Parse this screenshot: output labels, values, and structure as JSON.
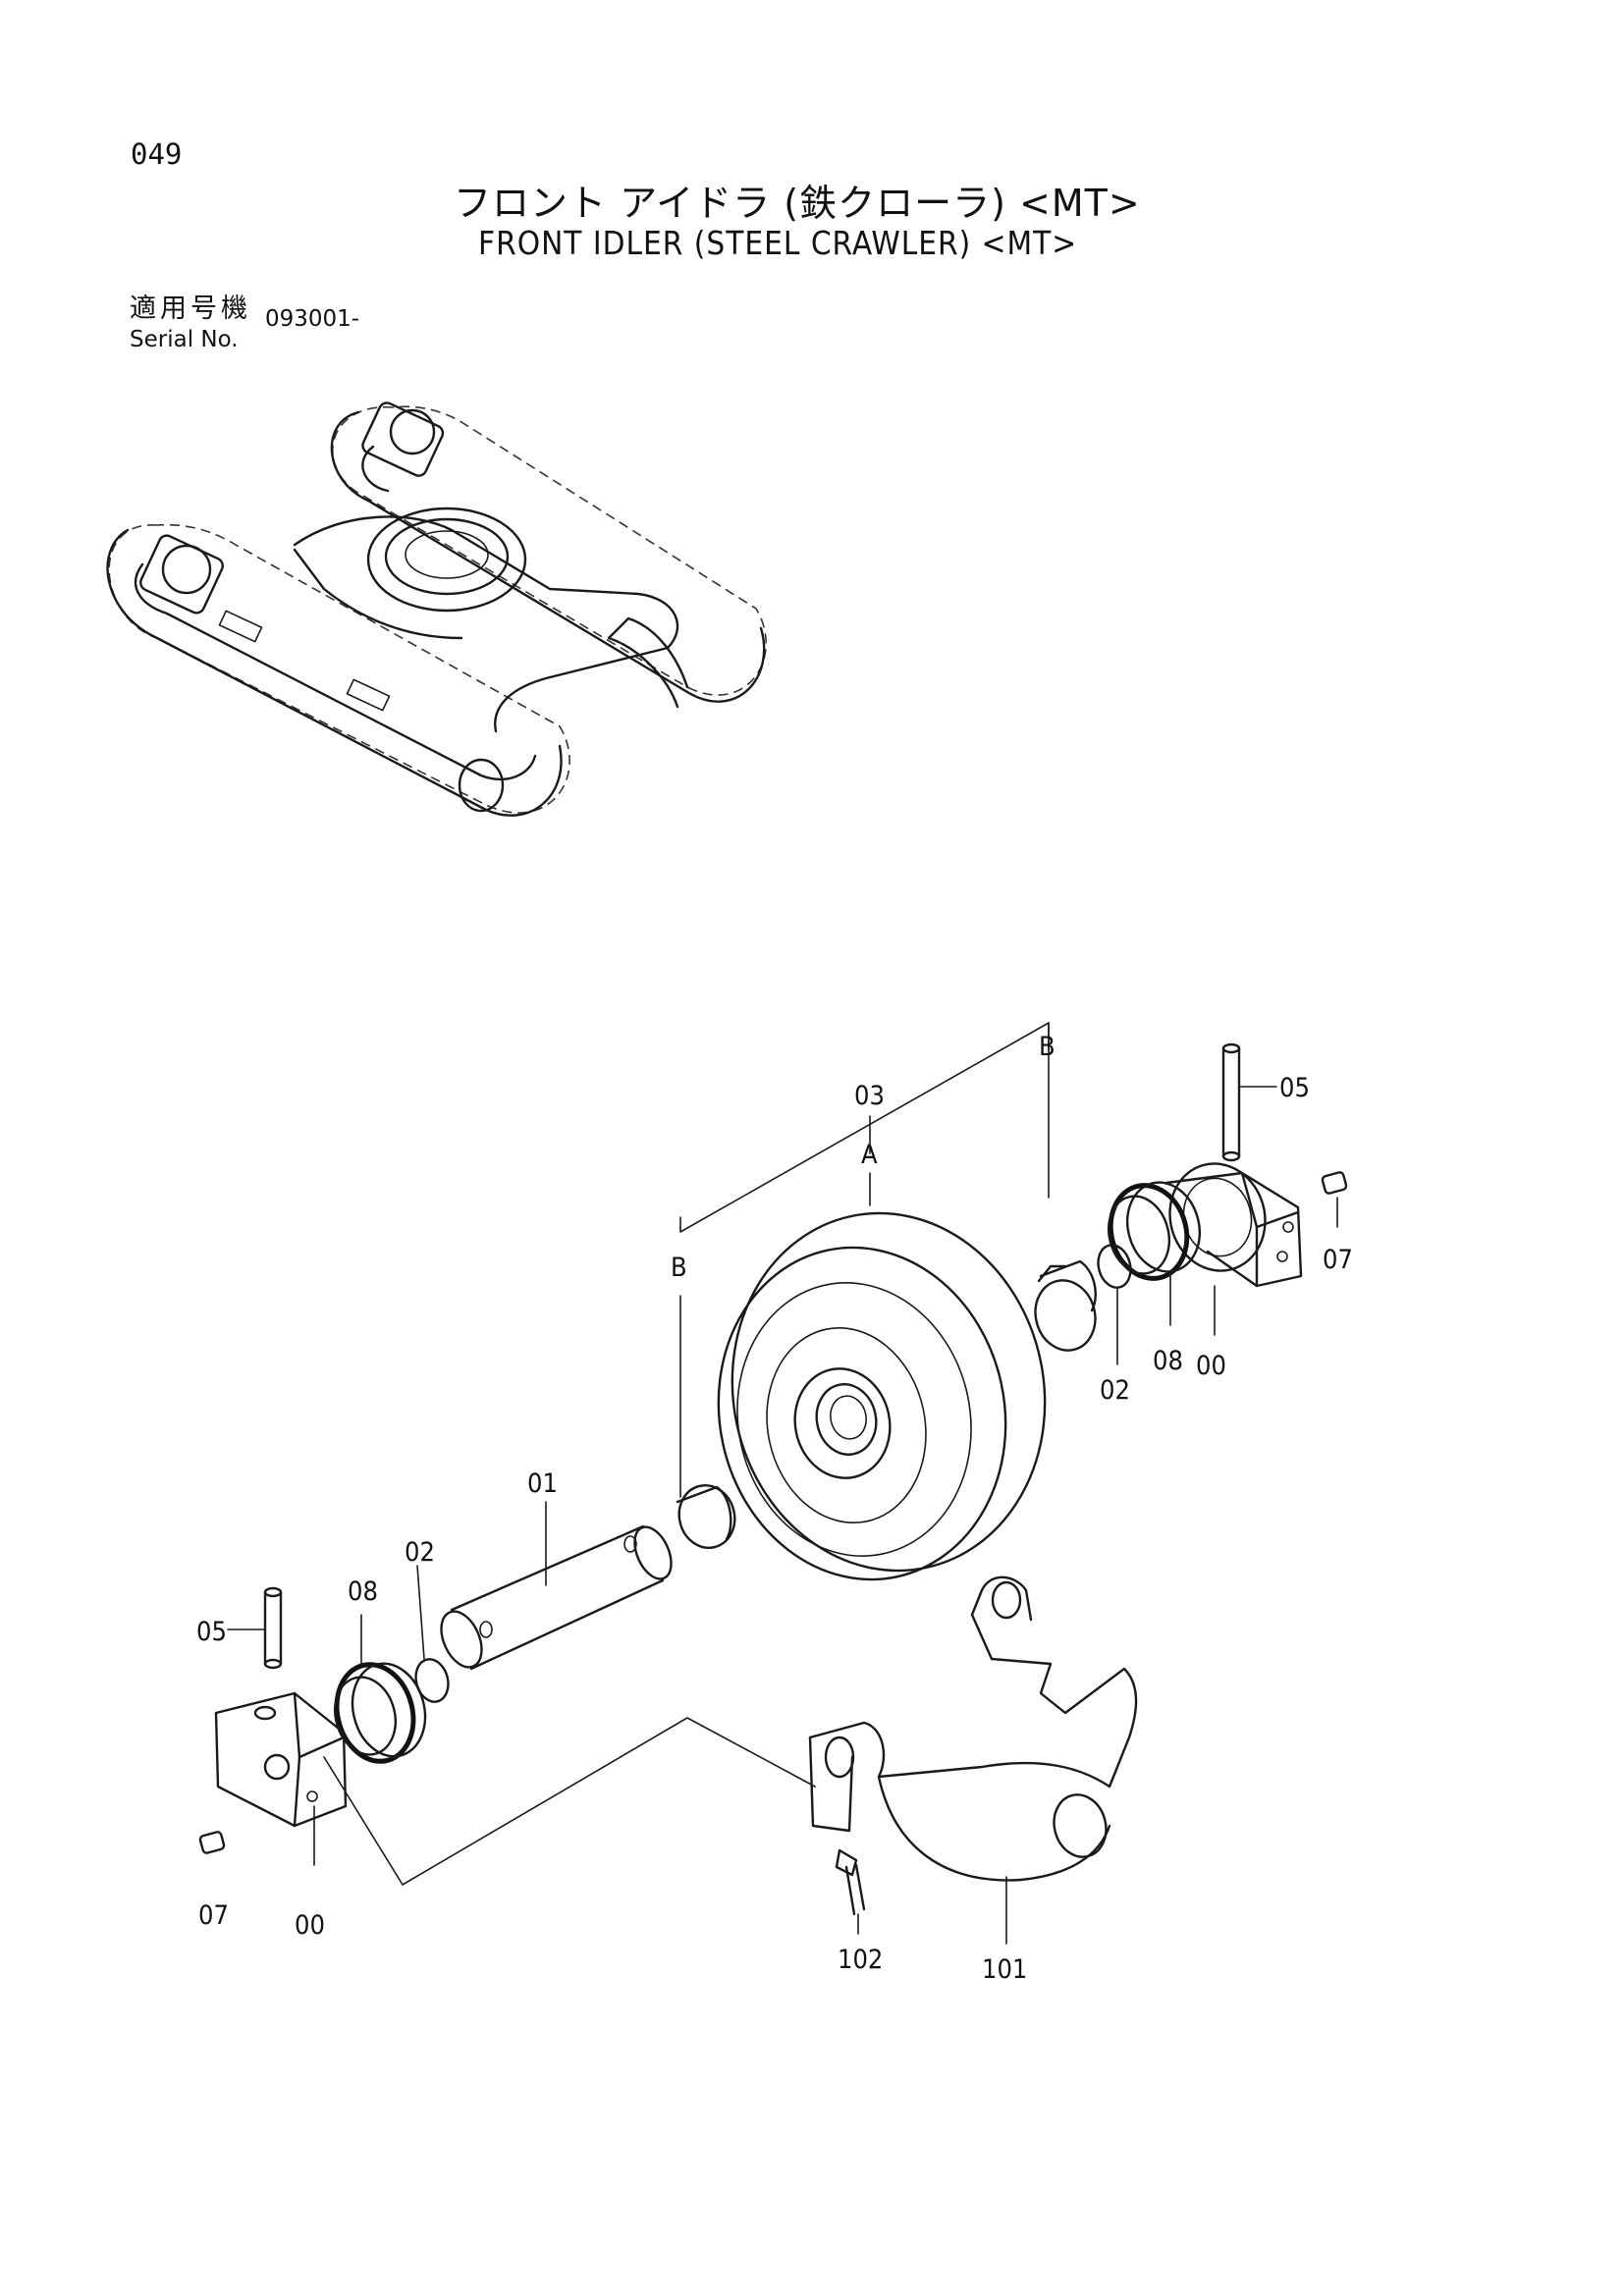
{
  "page_number": "049",
  "title_jp": "フロント アイドラ (鉄クローラ) <MT>",
  "title_en": "FRONT IDLER (STEEL CRAWLER) <MT>",
  "serial": {
    "label_jp": "適用号機",
    "label_en": "Serial No.",
    "value": "093001-"
  },
  "callouts": {
    "c03": "03",
    "cA": "A",
    "cB_top": "B",
    "cB_left": "B",
    "c05_right": "05",
    "c07_right": "07",
    "c00_right": "00",
    "c08_right": "08",
    "c02_right": "02",
    "c01": "01",
    "c02_left": "02",
    "c08_left": "08",
    "c05_left": "05",
    "c07_left": "07",
    "c00_left": "00",
    "c102": "102",
    "c101": "101"
  }
}
